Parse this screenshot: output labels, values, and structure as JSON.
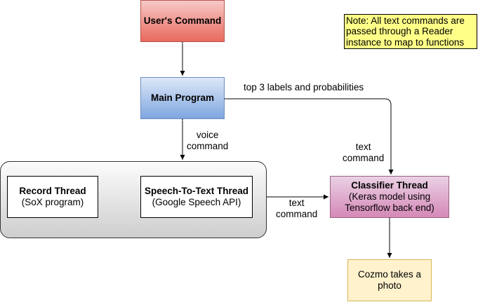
{
  "nodes": {
    "users_command": {
      "line1": "User's Command"
    },
    "main_program": {
      "line1": "Main Program"
    },
    "record_thread": {
      "line1": "Record Thread",
      "line2": "(SoX program)"
    },
    "stt_thread": {
      "line1": "Speech-To-Text Thread",
      "line2": "(Google Speech API)"
    },
    "classifier_thread": {
      "line1": "Classifier Thread",
      "line2": "(Keras model using",
      "line3": "Tensorflow back end)"
    },
    "cozmo_photo": {
      "line1": "Cozmo takes a",
      "line2": "photo"
    }
  },
  "note": {
    "line1": "Note: All text commands are",
    "line2": "passed through a Reader",
    "line3": "instance to map to functions"
  },
  "edge_labels": {
    "top3": "top 3 labels and probabilities",
    "voice_line1": "voice",
    "voice_line2": "command",
    "text_main_line1": "text",
    "text_main_line2": "command",
    "text_stt_line1": "text",
    "text_stt_line2": "command"
  },
  "colors": {
    "users_command": "#e8695e",
    "main_program": "#7ea6e0",
    "classifier_thread": "#d588b8",
    "cozmo_photo": "#fff2cc",
    "note": "#ffff88",
    "thread_group": "#e6e6e6"
  }
}
